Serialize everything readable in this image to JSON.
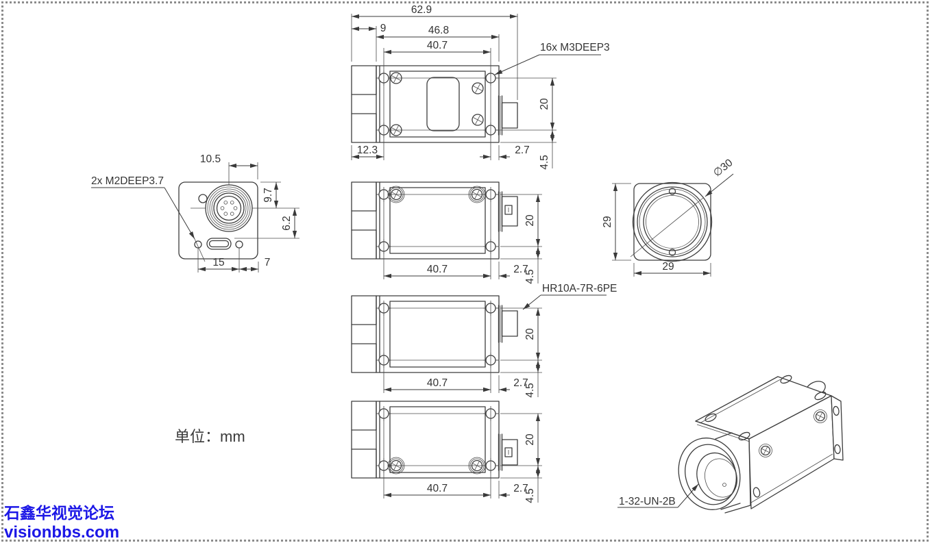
{
  "drawing": {
    "units_note": "单位：mm",
    "top_view": {
      "callout": "16x M3DEEP3",
      "dims": {
        "overall_length": "62.9",
        "mount_depth": "9",
        "body_length": "46.8",
        "hole_spacing": "40.7",
        "hole_rows": "20",
        "mount_to_hole": "12.3",
        "hole_to_rear": "2.7",
        "hole_to_edge": "4.5"
      }
    },
    "rear_view": {
      "callout": "2x M2DEEP3.7",
      "dims": {
        "connector_offset": "10.5",
        "connector_from_top": "9.7",
        "port_offset": "6.2",
        "screw_spacing": "15",
        "screw_to_edge": "7"
      }
    },
    "side_view_top": {
      "dims": {
        "hole_rows": "20",
        "hole_spacing": "40.7",
        "hole_to_rear": "2.7",
        "hole_to_edge": "4.5"
      }
    },
    "side_view_mid": {
      "callout": "HR10A-7R-6PE",
      "dims": {
        "hole_rows": "20",
        "hole_spacing": "40.7",
        "hole_to_rear": "2.7",
        "hole_to_edge": "4.5"
      }
    },
    "side_view_bottom": {
      "dims": {
        "hole_rows": "20",
        "hole_spacing": "40.7",
        "hole_to_rear": "2.7",
        "hole_to_edge": "4.5"
      }
    },
    "front_view": {
      "callout": "∅30",
      "dims": {
        "body_width": "29",
        "body_height": "29"
      }
    },
    "iso_view": {
      "callout": "1-32-UN-2B"
    }
  },
  "watermark": {
    "line1": "石鑫华视觉论坛",
    "line2": "visionbbs.com"
  }
}
